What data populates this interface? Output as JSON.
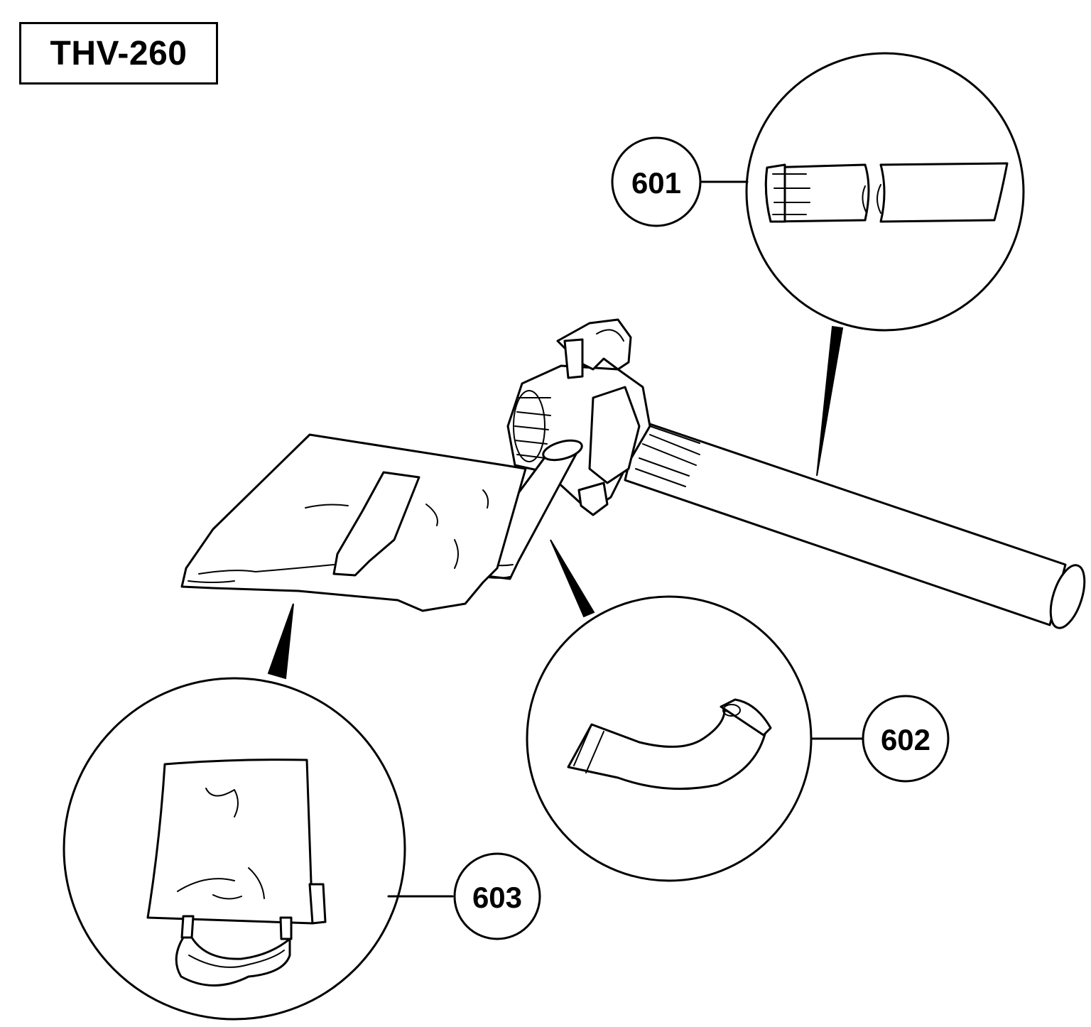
{
  "title": "THV-260",
  "parts": [
    {
      "number": "601",
      "icon": "blower-tube-icon"
    },
    {
      "number": "602",
      "icon": "curved-vacuum-tube-icon"
    },
    {
      "number": "603",
      "icon": "vacuum-bag-icon"
    }
  ]
}
